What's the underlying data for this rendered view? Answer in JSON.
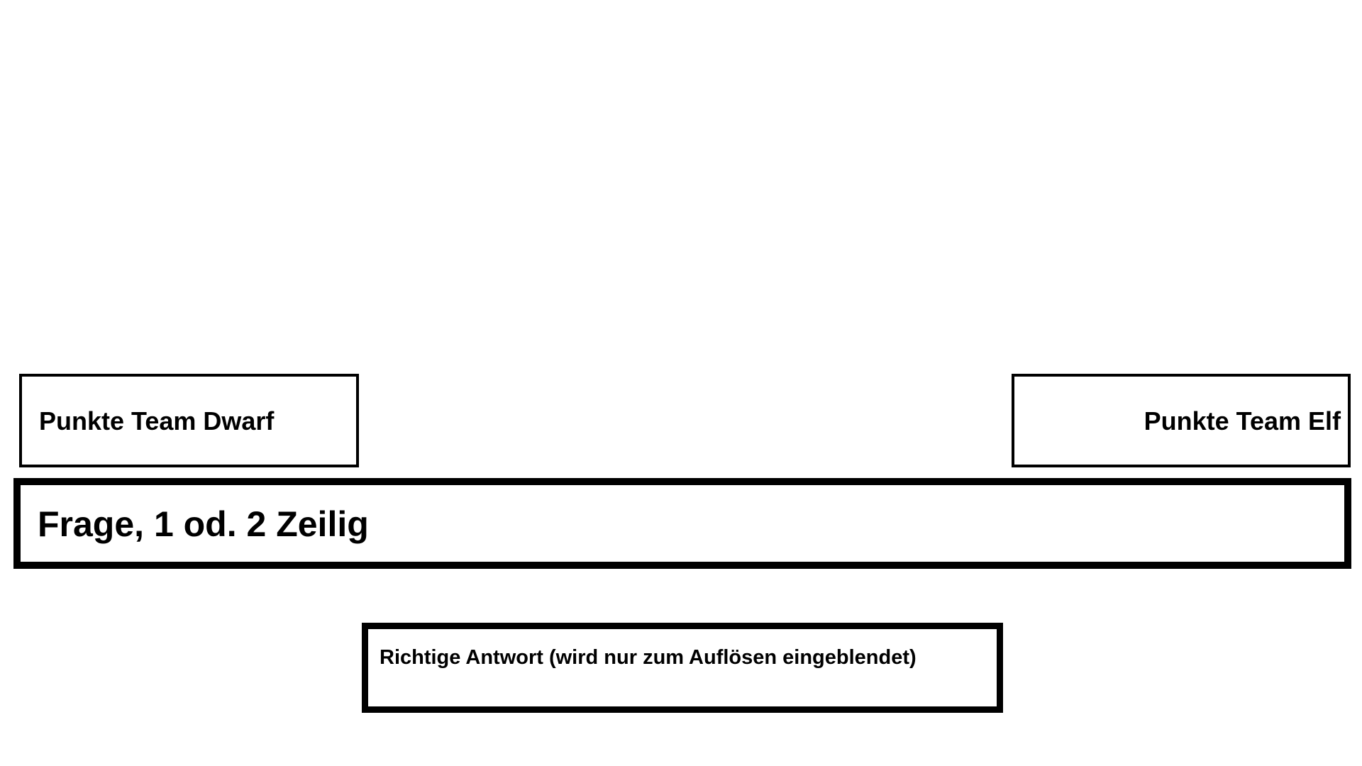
{
  "scores": {
    "team_dwarf_label": "Punkte Team Dwarf",
    "team_elf_label": "Punkte Team Elf"
  },
  "question": {
    "text": "Frage, 1 od. 2 Zeilig"
  },
  "answer": {
    "text": "Richtige Antwort (wird nur zum Auflösen eingeblendet)"
  },
  "colors": {
    "background": "#ffffff",
    "border": "#000000",
    "text": "#000000"
  }
}
